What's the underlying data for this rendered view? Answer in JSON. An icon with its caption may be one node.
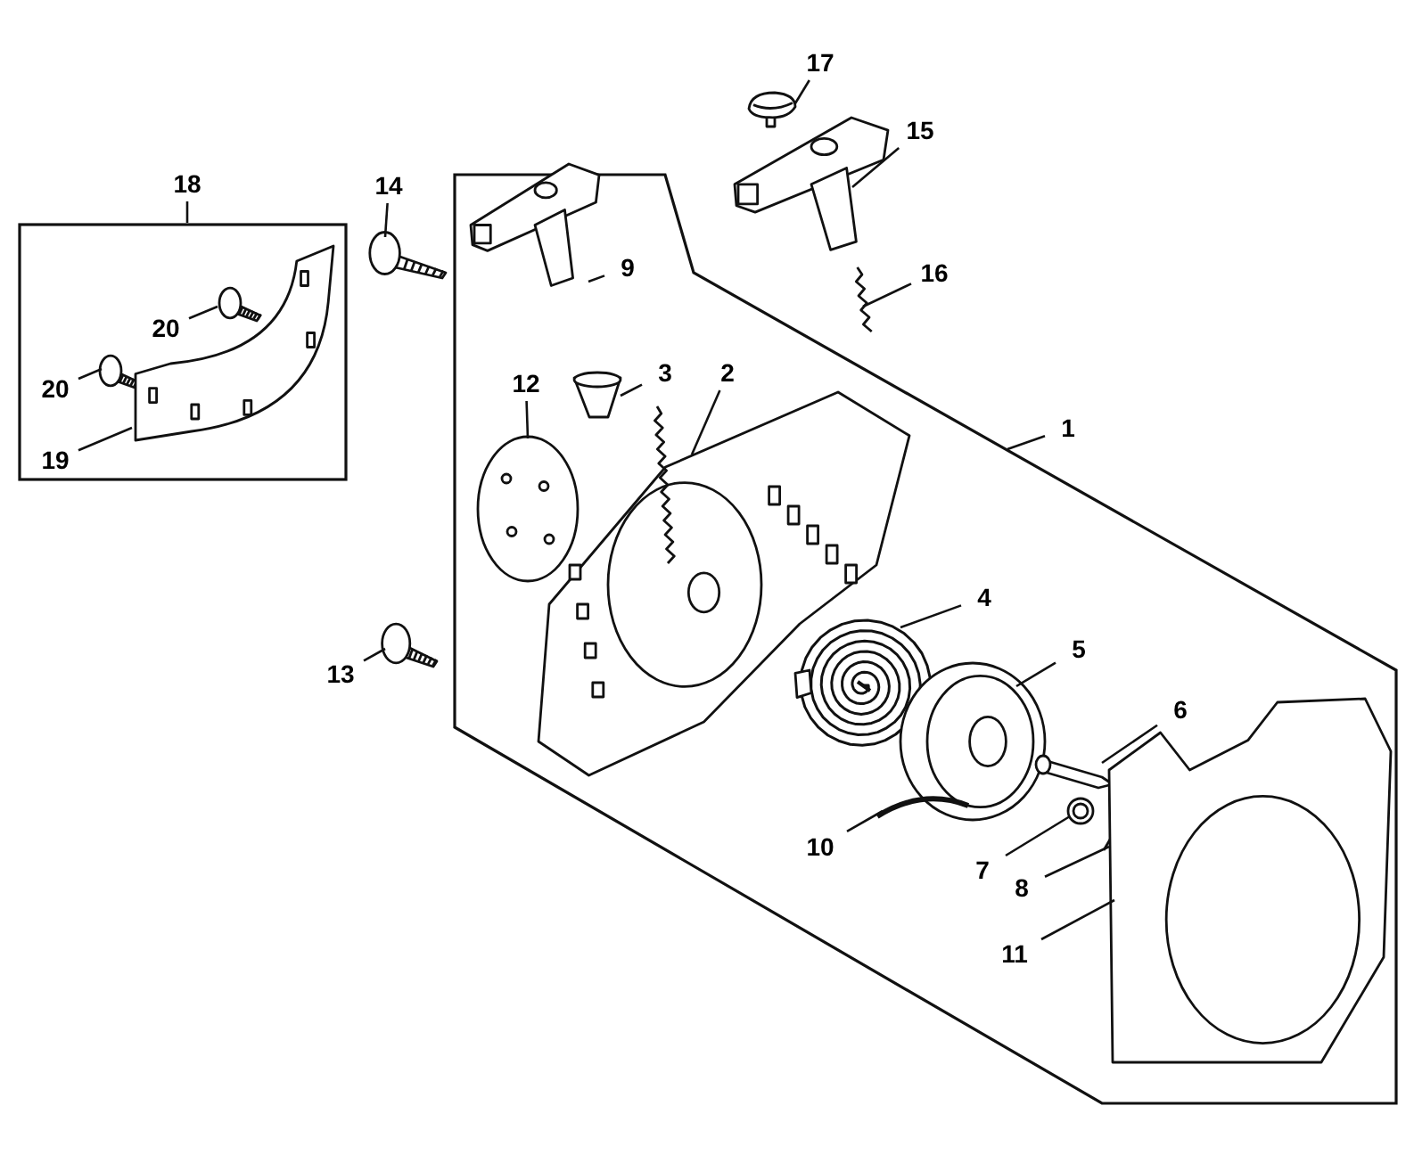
{
  "diagram": {
    "nodes": [
      {
        "text": [
          "18"
        ]
      },
      {
        "text": [],
        "shape": "box"
      },
      {
        "text": [
          "20"
        ],
        "in": 1
      },
      {
        "text": [],
        "shape": "picture",
        "in": 1
      },
      {
        "text": [
          "20"
        ],
        "in": 1
      },
      {
        "text": [],
        "shape": "picture",
        "in": 1
      },
      {
        "text": [
          "19"
        ],
        "in": 1
      },
      {
        "text": [],
        "shape": "picture",
        "in": 1
      },
      {
        "text": [
          "14"
        ]
      },
      {
        "text": [],
        "shape": "picture"
      },
      {
        "text": [
          "13"
        ]
      },
      {
        "text": [],
        "shape": "picture"
      },
      {
        "text": [
          "17"
        ]
      },
      {
        "text": [],
        "shape": "picture"
      },
      {
        "text": [
          "15"
        ]
      },
      {
        "text": [],
        "shape": "picture"
      },
      {
        "text": [
          "16"
        ]
      },
      {
        "text": [],
        "shape": "picture"
      },
      {
        "text": [
          "1"
        ]
      },
      {
        "text": [],
        "shape": "box"
      },
      {
        "text": [],
        "shape": "picture",
        "in": 19
      },
      {
        "text": [
          "9"
        ],
        "in": 19
      },
      {
        "text": [],
        "shape": "picture",
        "in": 19
      },
      {
        "text": [
          "3"
        ],
        "in": 19
      },
      {
        "text": [],
        "shape": "picture",
        "in": 19
      },
      {
        "text": [
          "2"
        ],
        "in": 19
      },
      {
        "text": [
          "12"
        ],
        "in": 19
      },
      {
        "text": [],
        "shape": "picture",
        "in": 19
      },
      {
        "text": [
          "4"
        ],
        "in": 19
      },
      {
        "text": [],
        "shape": "picture",
        "in": 19
      },
      {
        "text": [
          "5"
        ],
        "in": 19
      },
      {
        "text": [],
        "shape": "picture",
        "in": 19
      },
      {
        "text": [
          "6"
        ],
        "in": 19
      },
      {
        "text": [],
        "shape": "picture",
        "in": 19
      },
      {
        "text": [
          "10"
        ],
        "in": 19
      },
      {
        "text": [],
        "shape": "picture",
        "in": 19
      },
      {
        "text": [
          "7"
        ],
        "in": 19
      },
      {
        "text": [],
        "shape": "picture",
        "in": 19
      },
      {
        "text": [
          "8"
        ],
        "in": 19
      },
      {
        "text": [],
        "shape": "picture",
        "in": 19
      },
      {
        "text": [
          "11"
        ],
        "in": 19
      },
      {
        "text": [],
        "shape": "picture",
        "in": 19
      }
    ],
    "edges": [
      {
        "from": 0,
        "to": 1,
        "arrow": "none"
      },
      {
        "from": 2,
        "to": 3,
        "arrow": "none"
      },
      {
        "from": 4,
        "to": 5,
        "arrow": "none"
      },
      {
        "from": 6,
        "to": 7,
        "arrow": "none"
      },
      {
        "from": 8,
        "to": 9,
        "arrow": "none"
      },
      {
        "from": 10,
        "to": 11,
        "arrow": "none"
      },
      {
        "from": 12,
        "to": 13,
        "arrow": "none"
      },
      {
        "from": 14,
        "to": 15,
        "arrow": "none"
      },
      {
        "from": 16,
        "to": 17,
        "arrow": "none"
      },
      {
        "from": 18,
        "to": 19,
        "arrow": "none"
      },
      {
        "from": 21,
        "to": 22,
        "arrow": "none"
      },
      {
        "from": 23,
        "to": 24,
        "arrow": "none"
      },
      {
        "from": 25,
        "to": 20,
        "arrow": "none"
      },
      {
        "from": 26,
        "to": 27,
        "arrow": "none"
      },
      {
        "from": 28,
        "to": 29,
        "arrow": "none"
      },
      {
        "from": 30,
        "to": 31,
        "arrow": "none"
      },
      {
        "from": 32,
        "to": 33,
        "arrow": "none"
      },
      {
        "from": 34,
        "to": 35,
        "arrow": "none"
      },
      {
        "from": 36,
        "to": 37,
        "arrow": "none"
      },
      {
        "from": 38,
        "to": 39,
        "arrow": "none"
      },
      {
        "from": 40,
        "to": 41,
        "arrow": "none"
      }
    ]
  }
}
